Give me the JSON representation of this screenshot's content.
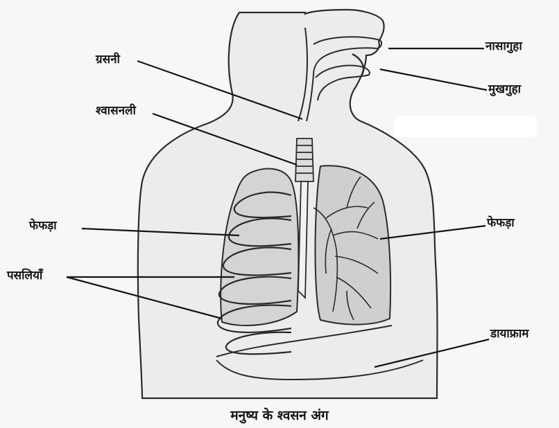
{
  "labels": {
    "nasal_cavity": "नासागुहा",
    "oral_cavity": "मुखगुहा",
    "pharynx": "ग्रसनी",
    "trachea": "श्वासनली",
    "lung_left": "फेफड़ा",
    "lung_right": "फेफड़ा",
    "ribs": "पसलियाँ",
    "diaphragm": "डायाफ्राम"
  },
  "caption": "मनुष्य के श्वसन अंग"
}
